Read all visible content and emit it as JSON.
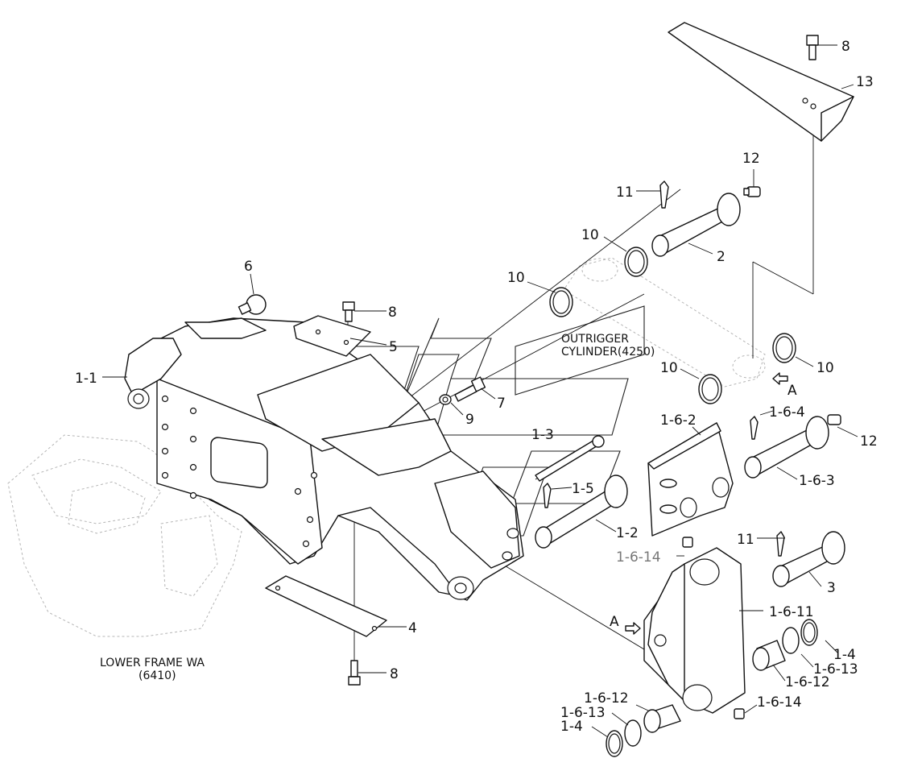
{
  "labels": {
    "l_1_1": "1-1",
    "l_1_2": "1-2",
    "l_1_3": "1-3",
    "l_1_4a": "1-4",
    "l_1_4b": "1-4",
    "l_1_5": "1-5",
    "l_1_6_2": "1-6-2",
    "l_1_6_3": "1-6-3",
    "l_1_6_4": "1-6-4",
    "l_1_6_11": "1-6-11",
    "l_1_6_12a": "1-6-12",
    "l_1_6_12b": "1-6-12",
    "l_1_6_13a": "1-6-13",
    "l_1_6_13b": "1-6-13",
    "l_1_6_14a": "1-6-14",
    "l_1_6_14b": "1-6-14",
    "l_2": "2",
    "l_3": "3",
    "l_4": "4",
    "l_5": "5",
    "l_6": "6",
    "l_7": "7",
    "l_8a": "8",
    "l_8b": "8",
    "l_8c": "8",
    "l_9": "9",
    "l_10a": "10",
    "l_10b": "10",
    "l_10c": "10",
    "l_10d": "10",
    "l_11a": "11",
    "l_11b": "11",
    "l_12a": "12",
    "l_12b": "12",
    "l_13": "13",
    "l_Aa": "A",
    "l_Ab": "A"
  },
  "captions": {
    "outrigger_line1": "OUTRIGGER",
    "outrigger_line2": "CYLINDER(4250)",
    "lower_frame_line1": "LOWER FRAME WA",
    "lower_frame_line2": "(6410)"
  }
}
